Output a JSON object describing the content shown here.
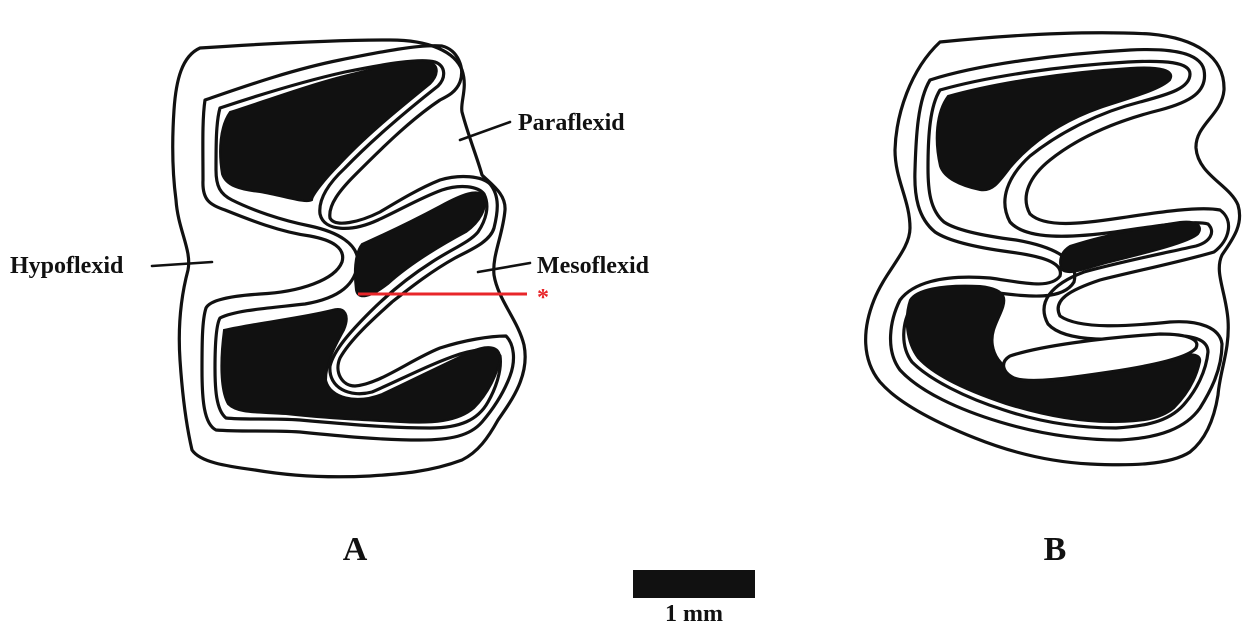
{
  "figure": {
    "panels": [
      {
        "letter": "A",
        "labels": {
          "paraflexid": "Paraflexid",
          "mesoflexid": "Mesoflexid",
          "hypoflexid": "Hypoflexid",
          "marker": "*"
        }
      },
      {
        "letter": "B"
      }
    ],
    "scale_bar": {
      "label": "1 mm"
    },
    "colors": {
      "ink": "#111111",
      "marker": "#e8262a"
    }
  }
}
